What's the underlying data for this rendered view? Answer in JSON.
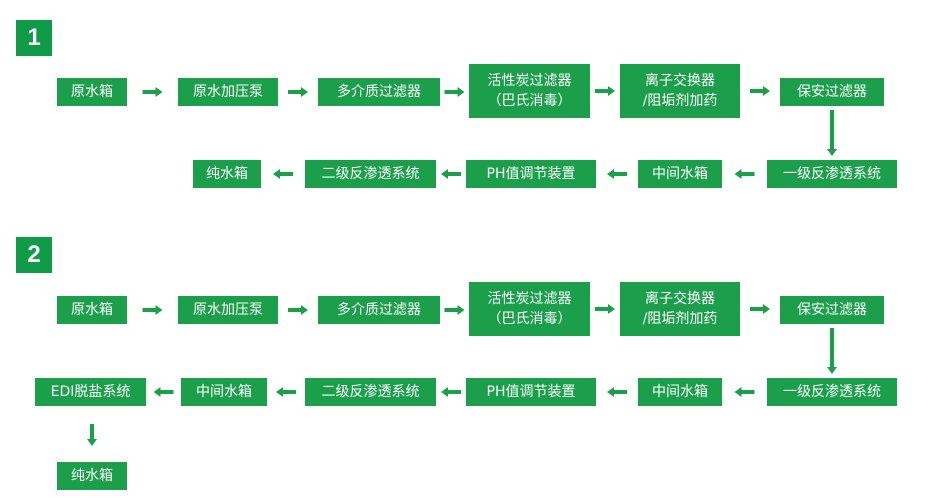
{
  "colors": {
    "green": "#1b9f4a",
    "badge": "#0f9b48",
    "text": "#ffffff",
    "arrow": "#1b9f4a"
  },
  "flows": [
    {
      "number": "1",
      "row1": [
        {
          "lines": [
            "原水箱"
          ]
        },
        {
          "lines": [
            "原水加压泵"
          ]
        },
        {
          "lines": [
            "多介质过滤器"
          ]
        },
        {
          "lines": [
            "活性炭过滤器",
            "（巴氏消毒）"
          ]
        },
        {
          "lines": [
            "离子交换器",
            "/阻垢剂加药"
          ]
        },
        {
          "lines": [
            "保安过滤器"
          ]
        }
      ],
      "row2": [
        {
          "lines": [
            "一级反渗透系统"
          ]
        },
        {
          "lines": [
            "中间水箱"
          ]
        },
        {
          "lines": [
            "PH值调节装置"
          ]
        },
        {
          "lines": [
            "二级反渗透系统"
          ]
        },
        {
          "lines": [
            "纯水箱"
          ]
        }
      ]
    },
    {
      "number": "2",
      "row1": [
        {
          "lines": [
            "原水箱"
          ]
        },
        {
          "lines": [
            "原水加压泵"
          ]
        },
        {
          "lines": [
            "多介质过滤器"
          ]
        },
        {
          "lines": [
            "活性炭过滤器",
            "（巴氏消毒）"
          ]
        },
        {
          "lines": [
            "离子交换器",
            "/阻垢剂加药"
          ]
        },
        {
          "lines": [
            "保安过滤器"
          ]
        }
      ],
      "row2": [
        {
          "lines": [
            "一级反渗透系统"
          ]
        },
        {
          "lines": [
            "中间水箱"
          ]
        },
        {
          "lines": [
            "PH值调节装置"
          ]
        },
        {
          "lines": [
            "二级反渗透系统"
          ]
        },
        {
          "lines": [
            "中间水箱"
          ]
        },
        {
          "lines": [
            "EDI脱盐系统"
          ]
        }
      ],
      "row3": [
        {
          "lines": [
            "纯水箱"
          ]
        }
      ]
    }
  ]
}
